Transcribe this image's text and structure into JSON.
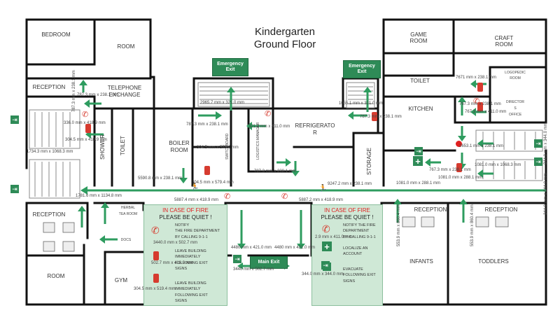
{
  "title": {
    "line1": "Kindergarten",
    "line2": "Ground Floor"
  },
  "rooms": {
    "bedroom": "BEDROOM",
    "room_top_left": "ROOM",
    "reception_left": "RECEPTION",
    "telephone_exchange_1": "TELEPHONE",
    "telephone_exchange_2": "EXCHANGE",
    "shower": "SHOWER",
    "toilet_left": "TOILET",
    "boiler_1": "BOILER",
    "boiler_2": "ROOM",
    "switchboard": "SWITCHBOARD",
    "logistics": "LOGISTICS MANAGER",
    "refrigerator_1": "REFRIGERATO",
    "refrigerator_2": "R",
    "storage": "STORAGE",
    "game_room_1": "GAME",
    "game_room_2": "ROOM",
    "craft_room_1": "CRAFT",
    "craft_room_2": "ROOM",
    "toilet_right": "TOILET",
    "kitchen": "KITCHEN",
    "logopedic_1": "LOGOPEDIC",
    "logopedic_2": "ROOM",
    "director_1": "DIRECTOR",
    "director_2": "S",
    "director_3": "OFFICE",
    "reception_left_bottom": "RECEPTION",
    "herbal_1": "HERBAL",
    "herbal_2": "TEA ROOM",
    "room_bottom_left": "ROOM",
    "gym": "GYM",
    "docs": "DOCS",
    "reception_mid": "RECEPTION",
    "reception_right": "RECEPTION",
    "infants": "INFANTS",
    "toddlers": "TODDLERS"
  },
  "exit_signs": {
    "emergency_exit_1": [
      "Emergency",
      "Exit"
    ],
    "emergency_exit_2": [
      "Emergency",
      "Exit"
    ],
    "main_exit": "Main Exit"
  },
  "fire_panels": [
    {
      "title": "IN CASE OF FIRE",
      "subtitle": "PLEASE BE QUIET !",
      "items": [
        "NOTIFY\nTHE FIRE DEPARTMENT\nBY CALLING 9-1-1",
        "LEAVE BUILDING\nIMMEDIATELY\nFOLLOWING EXIT\nSIGNS",
        "LEAVE BUILDING\nIMMEDIATELY\nFOLLOWING EXIT\nSIGNS"
      ]
    },
    {
      "title": "IN CASE OF FIRE",
      "subtitle": "PLEASE BE QUIET !",
      "items": [
        "NOTIFY THE FIRE\nDEPARTMENT\nBY CALLING 9-1-1",
        "LOCALIZE AN\nACCOUNT",
        "EVACUATE\nFOLLOWING EXIT\nSIGNS"
      ]
    }
  ],
  "dimensions": {
    "d1": "787.3 mm x 238.1 mm",
    "d2": "787.3 mm x 238.1 mm",
    "d3": "336.0 mm x 418.9 mm",
    "d4": "304.5 mm x 418.9 mm",
    "d5": "1734.3 mm x 1068.3 mm",
    "d6": "2965.7 mm x 321.0 mm",
    "d7": "787.3 mm x 238.1 mm",
    "d8": "304.5 mm x 578.4 mm",
    "d9": "321.2 mm x 411.0 mm",
    "d10": "787.3 mm x 238.1 mm",
    "d11": "1055.1 mm x 321.0 mm",
    "d12": "787.3 mm x 238.1 mm",
    "d13": "7671 mm x 238.1 mm",
    "d14": "767.3 mm x 238.1 mm",
    "d15": "767.3 mm x 411.0 mm",
    "d16": "2653.1 mm x 238.1 mm",
    "d17": "767.3 mm x 238.1 mm",
    "d18": "5590.8 mm x 238.1 mm",
    "d19": "304.5 mm x 579.4 mm",
    "d20": "9247.2 mm x 238.1 mm",
    "d21": "1081.0 mm x 288.1 mm",
    "d22": "1081.0 mm x 1068.3 mm",
    "d23": "1081.0 mm x 288.1 mm",
    "d24": "5887.4 mm x 418.9 mm",
    "d25": "5887.2 mm x 418.9 mm",
    "d26": "3440.0 mm x 502.7 mm",
    "d27": "502.7 mm x 418.9 mm",
    "d28": "304.5 mm x 519.4 mm",
    "d29": "2.9 mm x 411.0 mm",
    "d30": "344.0 mm x 344.0 mm",
    "d31": "4480 mm x 421.0 mm",
    "d32": "4480 mm x 421.0 mm",
    "d33": "553.9 mm x 860.4 mm",
    "d34": "553.9 mm x 860.4 mm",
    "d35": "344.0 mm x 344.0 mm",
    "d36": "344.0 mm x 344.0 mm",
    "d37": "3440 mm x 502.7 mm",
    "d38": "1781.6 mm x 1134.8 mm"
  },
  "colors": {
    "wall": "#111111",
    "route": "#2e9c5f",
    "exit_sign": "#2e8b57",
    "panel_bg": "#cfe8d6",
    "fire_red": "#d63b2f",
    "stairs": "#888888"
  }
}
